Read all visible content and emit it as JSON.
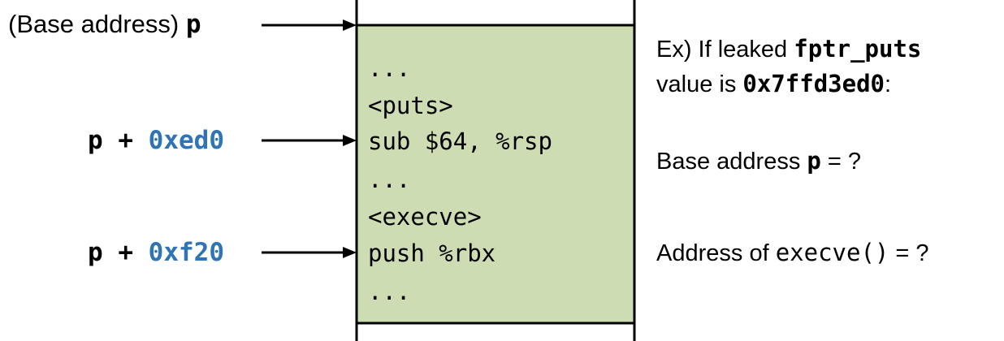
{
  "colors": {
    "memory_fill": "#cddcb2",
    "offset_blue": "#2f74b5",
    "line": "#000000"
  },
  "left_labels": {
    "base_prefix": "(Base address) ",
    "base_var": "p",
    "puts_var": "p",
    "puts_plus": " + ",
    "puts_offset": "0xed0",
    "execve_var": "p",
    "execve_plus": " + ",
    "execve_offset": "0xf20"
  },
  "memory_lines": [
    "...",
    "<puts>",
    "sub $64, %rsp",
    "...",
    "<execve>",
    "push %rbx",
    "..."
  ],
  "question": {
    "line1_prefix": "Ex) If leaked ",
    "line1_code": "fptr_puts",
    "line2_prefix": "value is ",
    "line2_code": "0x7ffd3ed0",
    "line2_suffix": ":",
    "base_prefix": "Base address ",
    "base_code": "p",
    "base_suffix": " = ?",
    "execve_prefix": "Address of ",
    "execve_code": "execve()",
    "execve_suffix": " = ?"
  }
}
